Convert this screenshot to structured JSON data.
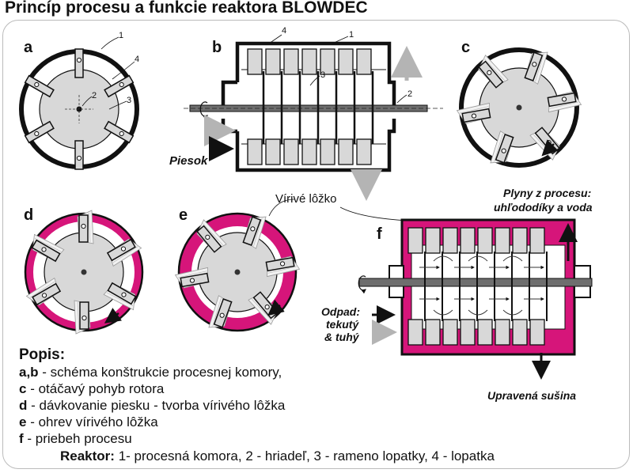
{
  "title": "Princíp procesu a funkcie reaktora BLOWDEC",
  "panel_letters": {
    "a": "a",
    "b": "b",
    "c": "c",
    "d": "d",
    "e": "e",
    "f": "f"
  },
  "callouts": {
    "n1": "1",
    "n2": "2",
    "n3": "3",
    "n4": "4"
  },
  "labels": {
    "piesok": "Piesok",
    "virive_lozko": "Vírivé lôžko",
    "plyny_line1": "Plyny z procesu:",
    "plyny_line2": "uhľododíky a voda",
    "odpad_line1": "Odpad:",
    "odpad_line2": "tekutý",
    "odpad_line3": "& tuhý",
    "upravena_susina": "Upravená sušina"
  },
  "popis": {
    "header": "Popis:",
    "items": [
      {
        "key": "a,b",
        "text": " - schéma konštrukcie procesnej komory,"
      },
      {
        "key": "c",
        "text": " - otáčavý pohyb rotora"
      },
      {
        "key": "d",
        "text": " - dávkovanie piesku - tvorba vírivého lôžka"
      },
      {
        "key": "e",
        "text": " - ohrev vírivého lôžka"
      },
      {
        "key": "f",
        "text": " - priebeh procesu"
      }
    ]
  },
  "reaktor": {
    "label": "Reaktor:",
    "text": " 1- procesná komora, 2 - hriadeľ, 3 - rameno lopatky, 4 - lopatka"
  },
  "colors": {
    "magenta": "#d6157a",
    "panel_gray": "#d8d8d8",
    "arrow_gray": "#b4b4b4",
    "shaft": "#6e6e6e"
  }
}
